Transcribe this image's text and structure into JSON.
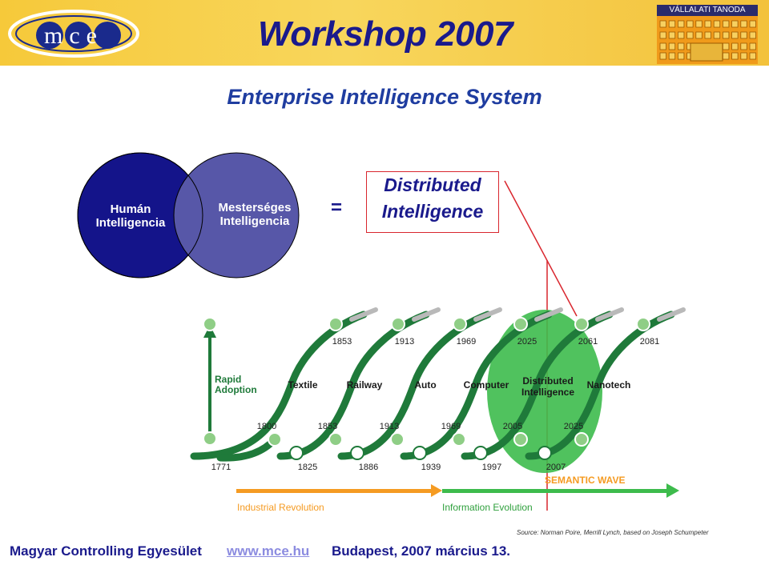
{
  "header": {
    "logo_text": "mce",
    "title": "Workshop 2007",
    "badge_text": "VÁLLALATI   TANODA"
  },
  "subtitle": "Enterprise Intelligence System",
  "venn": {
    "left_line1": "Humán",
    "left_line2": "Intelligencia",
    "right_line1": "Mesterséges",
    "right_line2": "Intelligencia",
    "equals": "=",
    "result_line1": "Distributed",
    "result_line2": "Intelligence"
  },
  "diagram": {
    "top_years": [
      "1853",
      "1913",
      "1969",
      "2025",
      "2061",
      "2081"
    ],
    "mid_years": [
      "1800",
      "1853",
      "1913",
      "1969",
      "2005",
      "2025"
    ],
    "bottom_years": [
      "1771",
      "1825",
      "1886",
      "1939",
      "1997",
      "2007"
    ],
    "wave_labels": [
      "Textile",
      "Railway",
      "Auto",
      "Computer",
      "Distributed",
      "Intelligence",
      "Nanotech"
    ],
    "rapid_adoption_1": "Rapid",
    "rapid_adoption_2": "Adoption",
    "semantic_wave": "SEMANTIC WAVE",
    "industrial_revolution": "Industrial Revolution",
    "information_evolution": "Information Evolution",
    "source": "Source: Norman Poire, Merrill Lynch, based on Joseph Schumpeter"
  },
  "footer": {
    "org": "Magyar Controlling Egyesület",
    "url": "www.mce.hu",
    "place_date": "Budapest,  2007 március 13."
  },
  "colors": {
    "wave_green": "#1f7a3a",
    "node_green": "#8fce86",
    "highlight_green": "#3dbb4c",
    "navy": "#1a1a8c",
    "red": "#d9262e",
    "orange": "#f59b22"
  }
}
